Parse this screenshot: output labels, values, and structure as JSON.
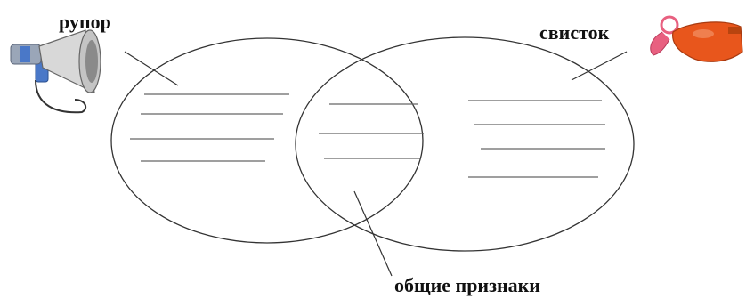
{
  "diagram": {
    "left_set_label": "рупор",
    "right_set_label": "свисток",
    "intersection_label": "общие признаки",
    "left_icon": "megaphone-icon",
    "right_icon": "whistle-icon",
    "colors": {
      "outline": "#333333",
      "writing_lines": "#666666",
      "megaphone_body": "#d8d8d8",
      "megaphone_handle": "#4a78c8",
      "whistle_body": "#e8561c",
      "whistle_ring": "#e86080"
    }
  }
}
